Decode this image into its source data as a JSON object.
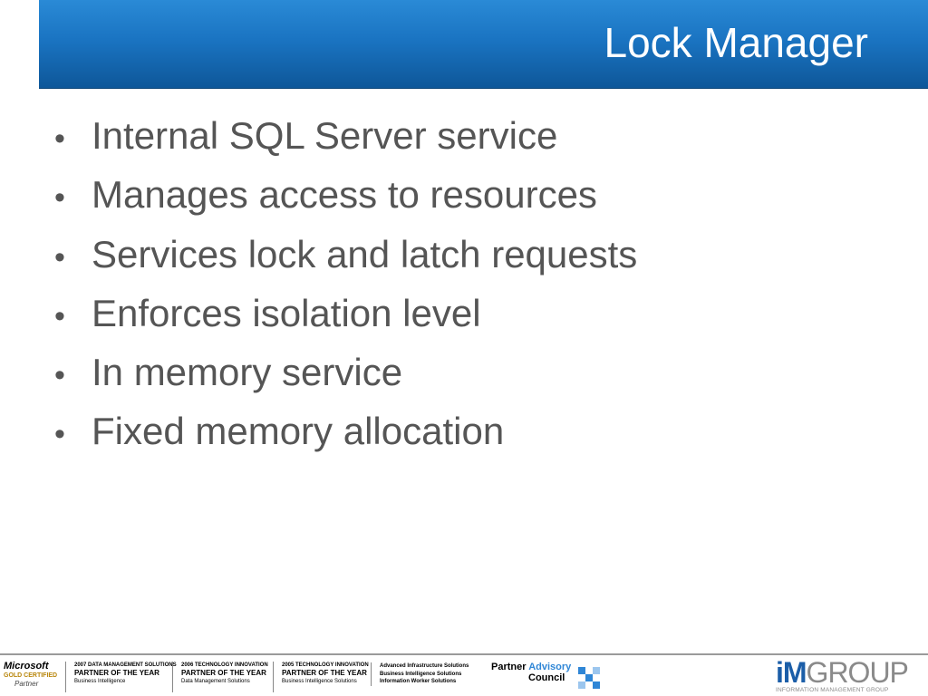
{
  "slide": {
    "title": "Lock Manager",
    "bullets": [
      "Internal SQL Server service",
      "Manages access to resources",
      "Services lock and latch requests",
      "Enforces isolation level",
      "In memory service",
      "Fixed memory allocation"
    ],
    "bullet_glyph": "•"
  },
  "footer": {
    "microsoft": {
      "brand": "Microsoft",
      "level": "GOLD CERTIFIED",
      "partner": "Partner"
    },
    "awards": [
      {
        "line1": "2007 DATA MANAGEMENT SOLUTIONS",
        "line2": "PARTNER OF THE YEAR",
        "line3": "Business Intelligence"
      },
      {
        "line1": "2006 TECHNOLOGY INNOVATION",
        "line2": "PARTNER OF THE YEAR",
        "line3": "Data Management Solutions"
      },
      {
        "line1": "2005 TECHNOLOGY INNOVATION",
        "line2": "PARTNER OF THE YEAR",
        "line3": "Business Intelligence Solutions"
      }
    ],
    "solutions": [
      "Advanced Infrastructure Solutions",
      "Business Intelligence Solutions",
      "Information Worker Solutions"
    ],
    "advisory": {
      "partner": "Partner",
      "advisory": "Advisory",
      "council": "Council"
    },
    "imgroup": {
      "i": "i",
      "m": "M",
      "group": "GROUP",
      "tagline": "INFORMATION MANAGEMENT GROUP"
    }
  },
  "colors": {
    "title_bar": "#1a74c2",
    "title_text": "#ffffff",
    "body_text": "#555555",
    "advisory_blue": "#2f86d6",
    "imgroup_blue": "#1b5ea8"
  }
}
